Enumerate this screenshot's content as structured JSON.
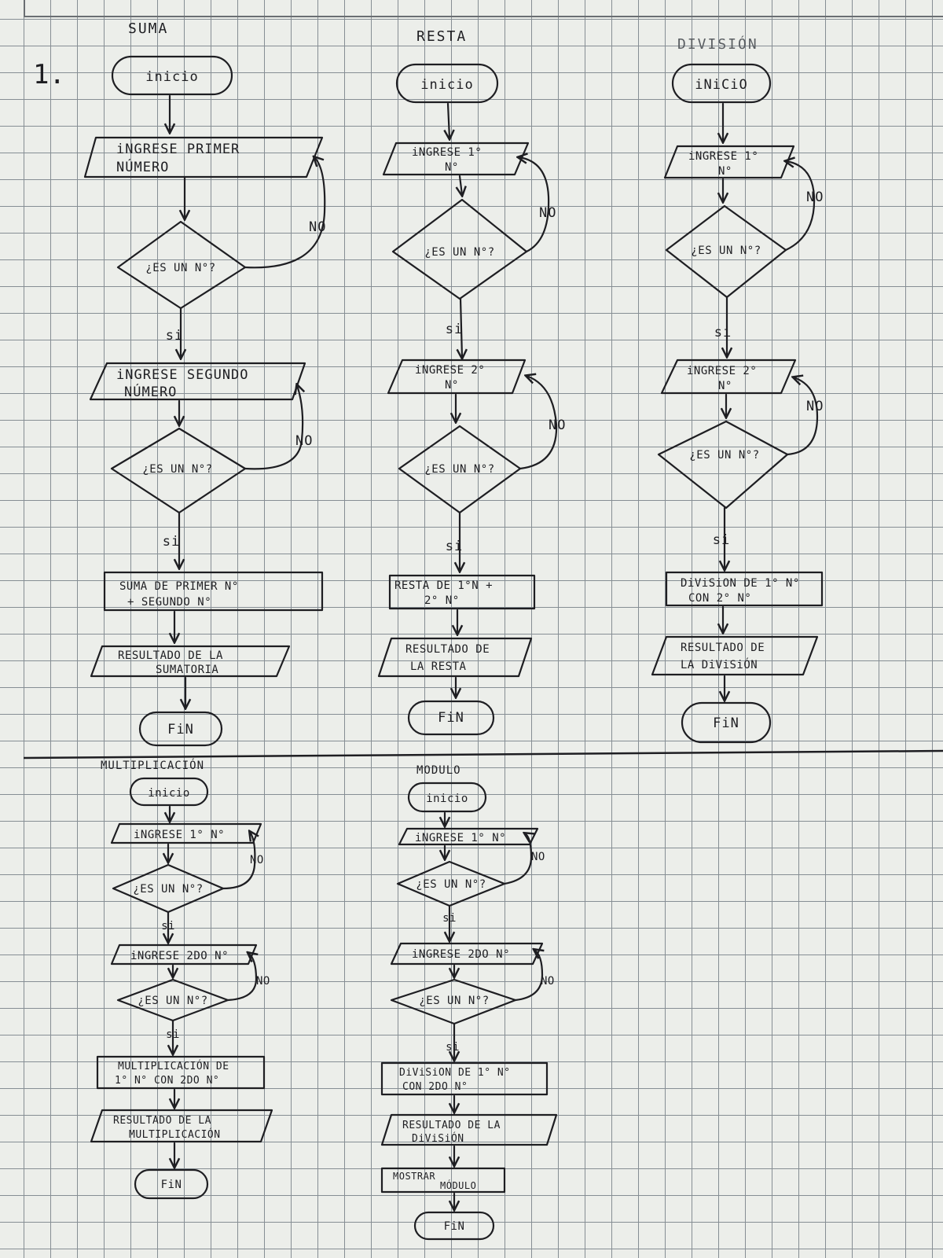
{
  "page_number": "1.",
  "sections": {
    "suma": {
      "title": "SUMA",
      "inicio": "inicio",
      "in1": [
        "iNGRESE PRIMER",
        "NÚMERO"
      ],
      "q1": "¿ES UN N°?",
      "no1": "NO",
      "si1": "si",
      "in2": [
        "iNGRESE SEGUNDO",
        "NÚMERO"
      ],
      "q2": "¿ES UN N°?",
      "no2": "NO",
      "si2": "si",
      "op": [
        "SUMA DE PRIMER N°",
        "+ SEGUNDO N°"
      ],
      "out": [
        "RESULTADO DE LA",
        "SUMATORIA"
      ],
      "fin": "FiN"
    },
    "resta": {
      "title": "RESTA",
      "inicio": "inicio",
      "in1": [
        "iNGRESE 1°",
        "N°"
      ],
      "q1": "¿ES UN N°?",
      "no1": "NO",
      "si1": "si",
      "in2": [
        "iNGRESE 2°",
        "N°"
      ],
      "q2": "¿ES UN N°?",
      "no2": "NO",
      "si2": "si",
      "op": [
        "RESTA DE 1°N +",
        "2° N°"
      ],
      "out": [
        "RESULTADO DE",
        "LA RESTA"
      ],
      "fin": "FiN"
    },
    "division": {
      "title": "DIVISIÓN",
      "inicio": "iNiCiO",
      "in1": [
        "iNGRESE 1°",
        "N°"
      ],
      "q1": "¿ES UN N°?",
      "no1": "NO",
      "si1": "si",
      "in2": [
        "iNGRESE 2°",
        "N°"
      ],
      "q2": "¿ES UN N°?",
      "no2": "NO",
      "si2": "si",
      "op": [
        "DiViSiON DE 1° N°",
        "CON 2° N°"
      ],
      "out": [
        "RESULTADO DE",
        "LA DiViSiÓN"
      ],
      "fin": "FiN"
    },
    "multiplicacion": {
      "title": "MULTIPLICACIÓN",
      "inicio": "inicio",
      "in1": "iNGRESE 1° N°",
      "q1": "¿ES UN N°?",
      "no1": "NO",
      "si1": "si",
      "in2": "iNGRESE 2DO N°",
      "q2": "¿ES UN N°?",
      "no2": "NO",
      "si2": "si",
      "op": [
        "MULTIPLICACIÓN DE",
        "1° N° CON 2DO N°"
      ],
      "out": [
        "RESULTADO DE LA",
        "MULTIPLICACIÓN"
      ],
      "fin": "FiN"
    },
    "modulo": {
      "title": "MODULO",
      "inicio": "inicio",
      "in1": "iNGRESE 1° N°",
      "q1": "¿ES UN N°?",
      "no1": "NO",
      "si1": "si",
      "in2": "iNGRESE 2DO N°",
      "q2": "¿ES UN N°?",
      "no2": "NO",
      "si2": "si",
      "op": [
        "DiViSiON DE 1° N°",
        "CON 2DO N°"
      ],
      "out": [
        "RESULTADO DE LA",
        "DiViSiÓN"
      ],
      "show": [
        "MOSTRAR",
        "MÓDULO"
      ],
      "fin": "FiN"
    }
  }
}
